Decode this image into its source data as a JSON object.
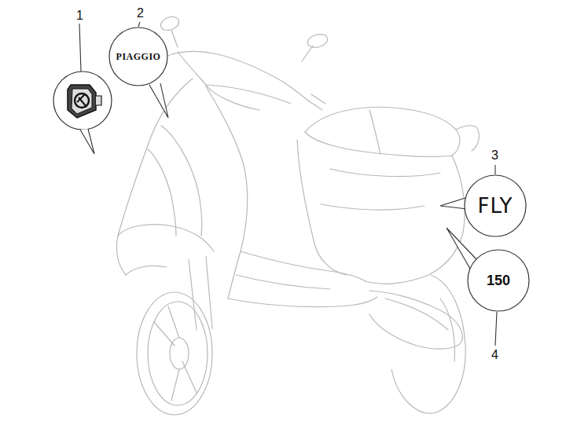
{
  "diagram": {
    "nodes": [
      {
        "text": [
          "PIAGGIO"
        ]
      },
      {
        "text": [
          "FLY"
        ]
      },
      {
        "text": [
          "150"
        ]
      }
    ],
    "labels": [
      "1",
      "2",
      "3",
      "4"
    ]
  }
}
